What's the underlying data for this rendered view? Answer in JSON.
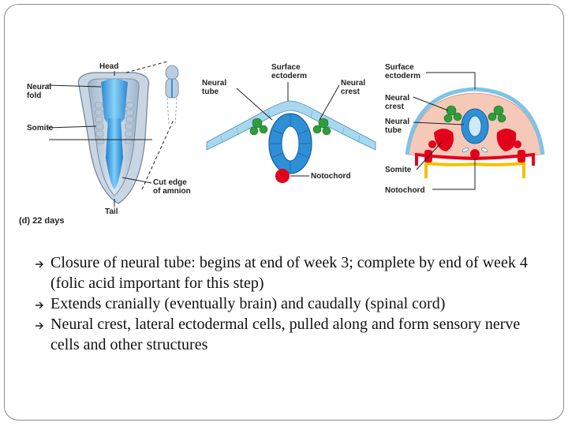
{
  "figure": {
    "labels": {
      "head": "Head",
      "neural_fold": "Neural\nfold",
      "somite_left": "Somite",
      "cut_edge": "Cut edge\nof amnion",
      "tail": "Tail",
      "caption": "(d) 22 days",
      "mid_surface": "Surface\nectoderm",
      "mid_neural_tube": "Neural\ntube",
      "mid_neural_crest": "Neural\ncrest",
      "mid_notochord": "Notochord",
      "r_surface": "Surface\nectoderm",
      "r_neural_crest": "Neural\ncrest",
      "r_neural_tube": "Neural\ntube",
      "r_somite": "Somite",
      "r_notochord": "Notochord"
    },
    "colors": {
      "neural_tube": "#2f8fd6",
      "ectoderm": "#a8d8ee",
      "neural_crest": "#2e9e3a",
      "notochord": "#e3001b",
      "somite": "#e3001b",
      "mesoderm": "#f6c8b8",
      "endoderm": "#f2c200"
    }
  },
  "bullets": [
    "Closure of neural tube: begins at end of week 3; complete by end of week 4 (folic acid important for this step)",
    "Extends cranially (eventually brain) and caudally (spinal cord)",
    "Neural crest, lateral ectodermal cells, pulled along and form sensory nerve cells and other structures"
  ]
}
